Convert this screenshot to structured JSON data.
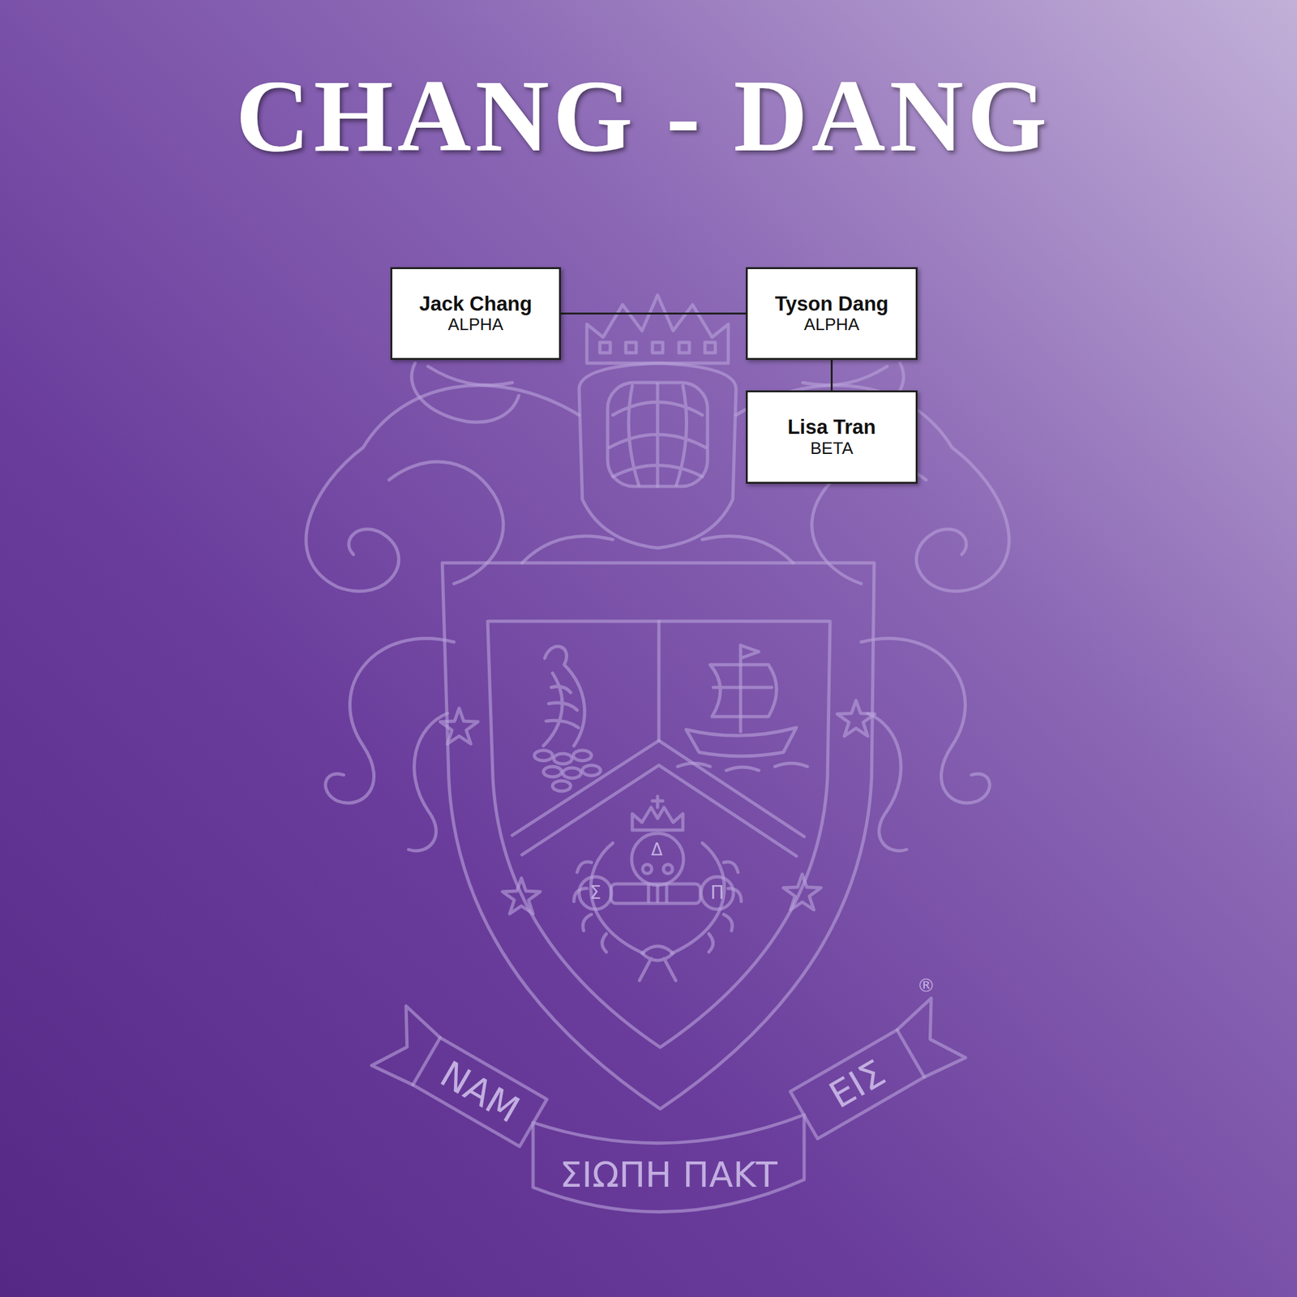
{
  "diagram": {
    "title": "CHANG - DANG",
    "nodes": [
      {
        "text": [
          "Jack Chang",
          "ALPHA"
        ]
      },
      {
        "text": [
          "Tyson Dang",
          "ALPHA"
        ]
      },
      {
        "text": [
          "Lisa Tran",
          "BETA"
        ]
      }
    ],
    "edges": [
      {
        "from": 0,
        "to": 1,
        "arrow": "none"
      },
      {
        "from": 1,
        "to": 2,
        "arrow": "none"
      }
    ],
    "labels": [
      "Δ",
      "Σ",
      "Π",
      "®",
      "NAM",
      "ΣΙΩΠΗ ΠΑΚΤ",
      "ΕΙΣ"
    ]
  }
}
